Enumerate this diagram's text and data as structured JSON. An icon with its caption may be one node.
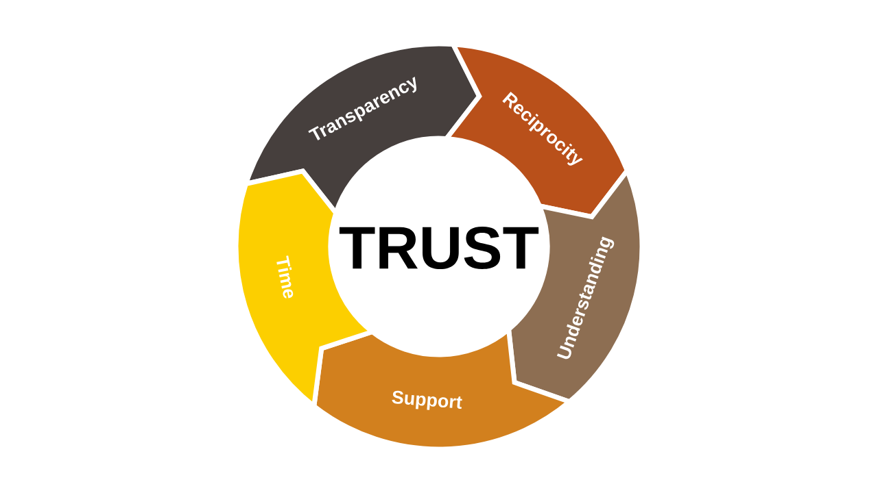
{
  "diagram": {
    "nodes": [
      {
        "text": [
          "TRUST"
        ]
      },
      {
        "text": [
          "Transparency"
        ]
      },
      {
        "text": [
          "Reciprocity"
        ]
      },
      {
        "text": [
          "Understanding"
        ]
      },
      {
        "text": [
          "Support"
        ]
      },
      {
        "text": [
          "Time"
        ]
      }
    ]
  }
}
